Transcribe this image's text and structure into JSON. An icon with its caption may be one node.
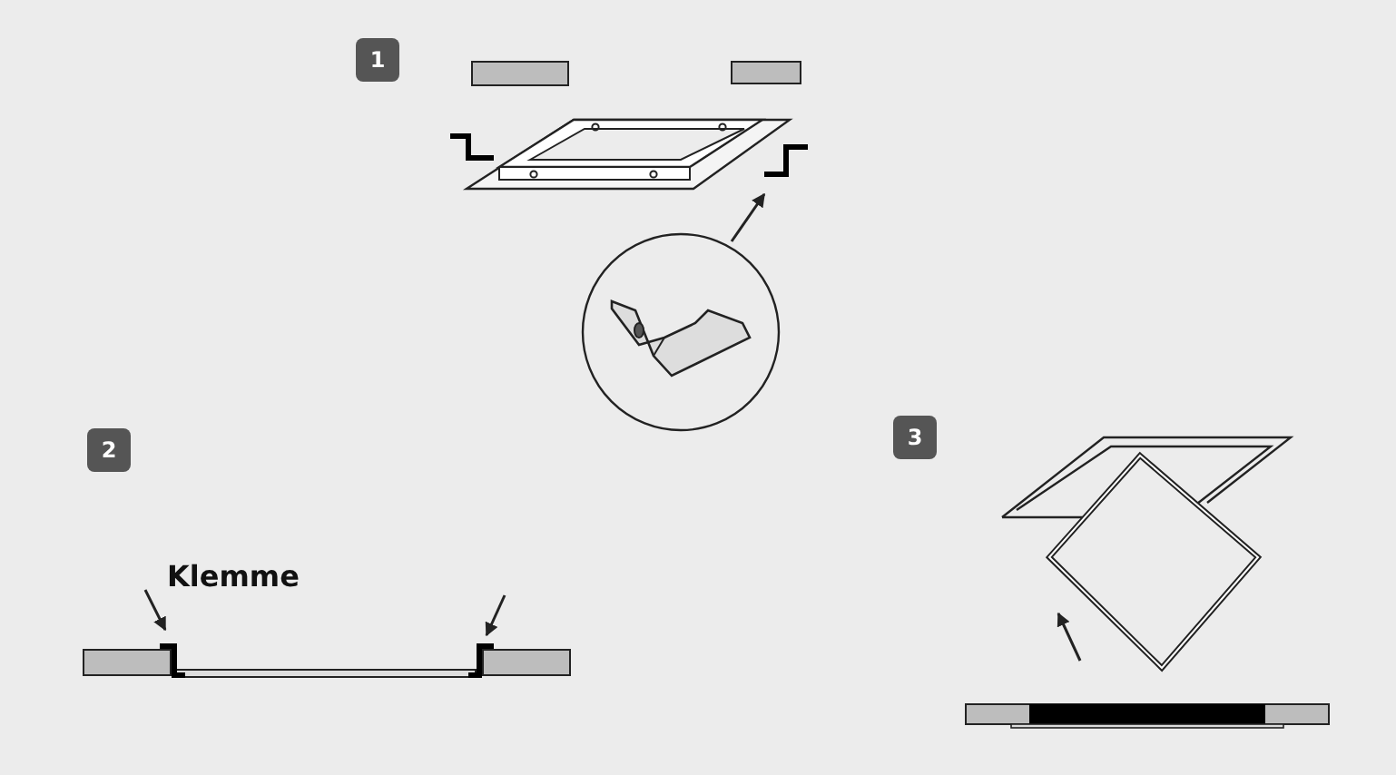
{
  "diagram": {
    "nodes": [
      {
        "text": [],
        "shape": "box"
      },
      {
        "text": [],
        "shape": "box"
      },
      {
        "text": [],
        "shape": "circle"
      },
      {
        "text": [],
        "shape": "picture"
      }
    ],
    "edges": [
      {
        "from": null,
        "to": 0,
        "arrow": "to"
      },
      {
        "from": null,
        "to": 1,
        "arrow": "to"
      },
      {
        "from": 2,
        "to": 3,
        "arrow": "to"
      }
    ],
    "labels": [
      "1",
      "2",
      "Klemme",
      "3"
    ]
  }
}
